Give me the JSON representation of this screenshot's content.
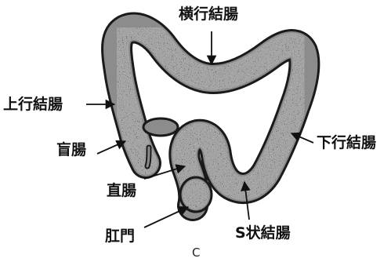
{
  "labels": {
    "transverse_colon": "横行結腸",
    "ascending_colon": "上行結腸",
    "cecum": "盲腸",
    "descending_colon": "下行結腸",
    "rectum": "直腸",
    "anus": "肛門",
    "sigmoid_colon": "S状結腸"
  },
  "caption": "C",
  "colors": {
    "ink": "#111111",
    "colon_fill": "#8c8c8c",
    "colon_outline": "#1a1a1a"
  }
}
